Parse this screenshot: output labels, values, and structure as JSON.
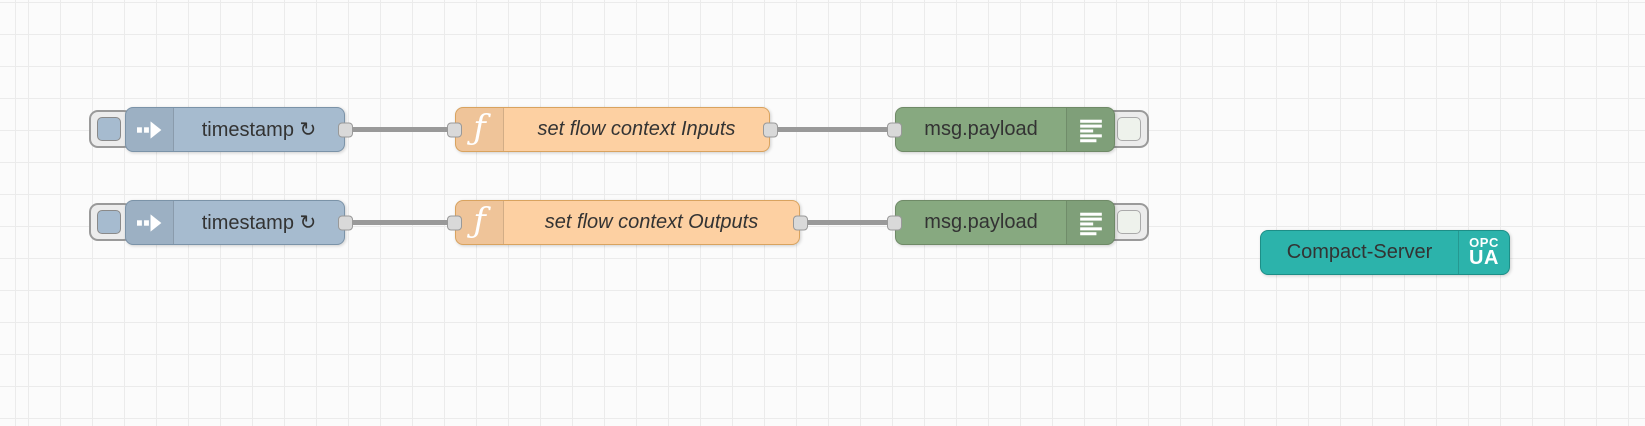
{
  "flow": {
    "nodes": {
      "inject1": {
        "type": "inject",
        "label": "timestamp ↻"
      },
      "function1": {
        "type": "function",
        "label": "set flow context Inputs"
      },
      "debug1": {
        "type": "debug",
        "label": "msg.payload"
      },
      "inject2": {
        "type": "inject",
        "label": "timestamp ↻"
      },
      "function2": {
        "type": "function",
        "label": "set flow context Outputs"
      },
      "debug2": {
        "type": "debug",
        "label": "msg.payload"
      },
      "opcua": {
        "type": "opcua-compact-server",
        "label": "Compact-Server",
        "badge_line1": "OPC",
        "badge_line2": "UA"
      }
    }
  },
  "colors": {
    "canvas_bg": "#fbfbfb",
    "grid_line": "#ebebeb",
    "inject_node": "#a6bbcf",
    "inject_border": "#7b93a8",
    "function_node": "#fdd0a2",
    "function_border": "#d9a35f",
    "debug_node": "#87a980",
    "debug_border": "#6f8a67",
    "opcua_node": "#2cb3ab",
    "opcua_border": "#1d8e87",
    "wire": "#999999",
    "port_fill": "#d9d9d9",
    "port_border": "#999999",
    "label": "#333333"
  }
}
